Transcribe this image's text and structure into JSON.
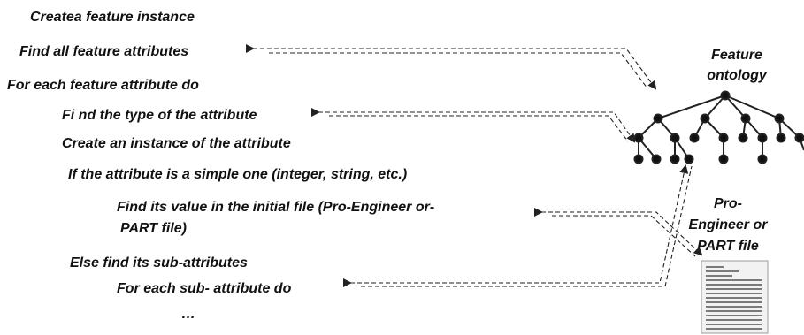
{
  "algorithm": {
    "lines": [
      "Createa feature instance",
      "Find all feature attributes",
      "For each feature attribute do",
      "Fi nd the type of the attribute",
      "Create  an instance of the attribute",
      "If  the attribute is a simple one (integer, string, etc.)",
      "Find  its value in the initial file (Pro-Engineer or-",
      "PART file)",
      "Else find its sub-attributes",
      "For each sub- attribute do",
      "…"
    ]
  },
  "ontology": {
    "label_line1": "Feature",
    "label_line2": "ontology",
    "icon": "tree-hierarchy"
  },
  "part_file": {
    "label_line1": "Pro-",
    "label_line2": "Engineer or",
    "label_line3": "PART file",
    "icon": "document-icon"
  },
  "colors": {
    "text": "#111111",
    "stroke": "#222222",
    "doc_fill": "#f2f2f2"
  }
}
